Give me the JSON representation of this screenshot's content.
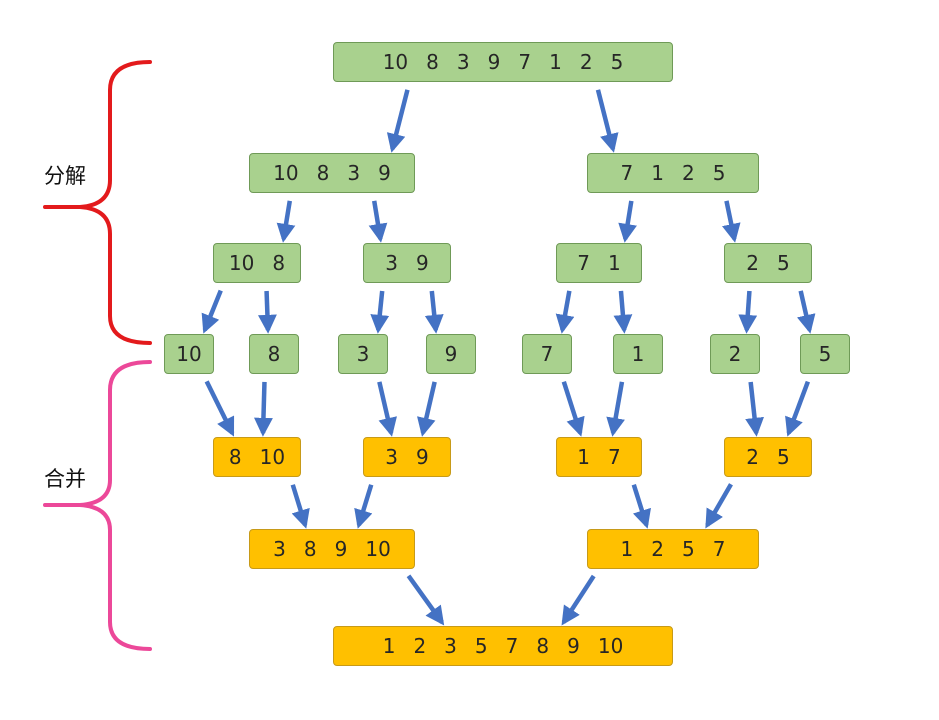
{
  "labels": {
    "split": "分解",
    "merge": "合并"
  },
  "colors": {
    "split_fill": "#a9d18e",
    "merge_fill": "#ffc000",
    "arrow": "#4472c4",
    "split_brace": "#e31a1c",
    "merge_brace": "#ec4899"
  },
  "nodes": [
    {
      "id": "L0",
      "kind": "split",
      "values": [
        "10",
        "8",
        "3",
        "9",
        "7",
        "1",
        "2",
        "5"
      ]
    },
    {
      "id": "L1a",
      "kind": "split",
      "values": [
        "10",
        "8",
        "3",
        "9"
      ]
    },
    {
      "id": "L1b",
      "kind": "split",
      "values": [
        "7",
        "1",
        "2",
        "5"
      ]
    },
    {
      "id": "L2a",
      "kind": "split",
      "values": [
        "10",
        "8"
      ]
    },
    {
      "id": "L2b",
      "kind": "split",
      "values": [
        "3",
        "9"
      ]
    },
    {
      "id": "L2c",
      "kind": "split",
      "values": [
        "7",
        "1"
      ]
    },
    {
      "id": "L2d",
      "kind": "split",
      "values": [
        "2",
        "5"
      ]
    },
    {
      "id": "L3a",
      "kind": "split",
      "values": [
        "10"
      ]
    },
    {
      "id": "L3b",
      "kind": "split",
      "values": [
        "8"
      ]
    },
    {
      "id": "L3c",
      "kind": "split",
      "values": [
        "3"
      ]
    },
    {
      "id": "L3d",
      "kind": "split",
      "values": [
        "9"
      ]
    },
    {
      "id": "L3e",
      "kind": "split",
      "values": [
        "7"
      ]
    },
    {
      "id": "L3f",
      "kind": "split",
      "values": [
        "1"
      ]
    },
    {
      "id": "L3g",
      "kind": "split",
      "values": [
        "2"
      ]
    },
    {
      "id": "L3h",
      "kind": "split",
      "values": [
        "5"
      ]
    },
    {
      "id": "M1a",
      "kind": "merge",
      "values": [
        "8",
        "10"
      ]
    },
    {
      "id": "M1b",
      "kind": "merge",
      "values": [
        "3",
        "9"
      ]
    },
    {
      "id": "M1c",
      "kind": "merge",
      "values": [
        "1",
        "7"
      ]
    },
    {
      "id": "M1d",
      "kind": "merge",
      "values": [
        "2",
        "5"
      ]
    },
    {
      "id": "M2a",
      "kind": "merge",
      "values": [
        "3",
        "8",
        "9",
        "10"
      ]
    },
    {
      "id": "M2b",
      "kind": "merge",
      "values": [
        "1",
        "2",
        "5",
        "7"
      ]
    },
    {
      "id": "M3",
      "kind": "merge",
      "values": [
        "1",
        "2",
        "3",
        "5",
        "7",
        "8",
        "9",
        "10"
      ]
    }
  ],
  "edges": [
    [
      "L0",
      "L1a"
    ],
    [
      "L0",
      "L1b"
    ],
    [
      "L1a",
      "L2a"
    ],
    [
      "L1a",
      "L2b"
    ],
    [
      "L1b",
      "L2c"
    ],
    [
      "L1b",
      "L2d"
    ],
    [
      "L2a",
      "L3a"
    ],
    [
      "L2a",
      "L3b"
    ],
    [
      "L2b",
      "L3c"
    ],
    [
      "L2b",
      "L3d"
    ],
    [
      "L2c",
      "L3e"
    ],
    [
      "L2c",
      "L3f"
    ],
    [
      "L2d",
      "L3g"
    ],
    [
      "L2d",
      "L3h"
    ],
    [
      "L3a",
      "M1a"
    ],
    [
      "L3b",
      "M1a"
    ],
    [
      "L3c",
      "M1b"
    ],
    [
      "L3d",
      "M1b"
    ],
    [
      "L3e",
      "M1c"
    ],
    [
      "L3f",
      "M1c"
    ],
    [
      "L3g",
      "M1d"
    ],
    [
      "L3h",
      "M1d"
    ],
    [
      "M1a",
      "M2a"
    ],
    [
      "M1b",
      "M2a"
    ],
    [
      "M1c",
      "M2b"
    ],
    [
      "M1d",
      "M2b"
    ],
    [
      "M2a",
      "M3"
    ],
    [
      "M2b",
      "M3"
    ]
  ]
}
